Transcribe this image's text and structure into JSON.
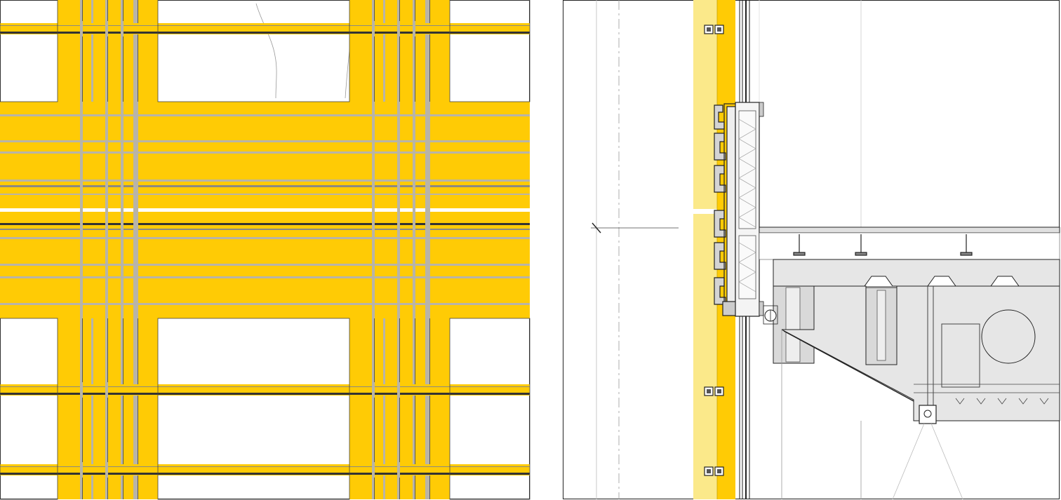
{
  "colors": {
    "background": "#ffffff",
    "yellow": "#FFCB05",
    "pale_yellow": "#FBE98A",
    "grey_strip": "#B8B4A8",
    "dark_band": "#333333",
    "line": "#222222",
    "slab_fill": "#E6E6E6",
    "beam_fill": "#D9D9D9",
    "insulation_fill": "#F4F4F4"
  },
  "panels": {
    "left": {
      "kind": "facade-elevation",
      "icon": "elevation-drawing"
    },
    "right": {
      "kind": "facade-section-detail",
      "icon": "section-drawing"
    }
  }
}
